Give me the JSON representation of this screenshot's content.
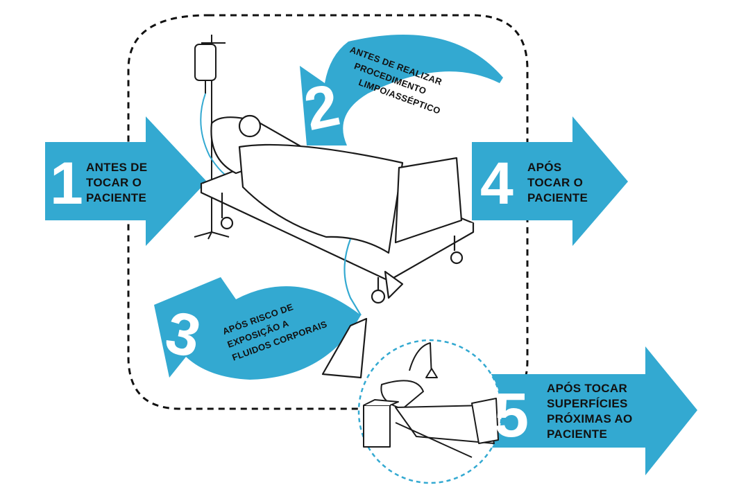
{
  "colors": {
    "accent": "#33a9d1",
    "outline": "#1a1a1a",
    "dashed": "#111111",
    "dashed_blue": "#33a9d1"
  },
  "moments": [
    {
      "number": "1",
      "lines": [
        "ANTES DE",
        "TOCAR O",
        "PACIENTE"
      ]
    },
    {
      "number": "2",
      "lines": [
        "ANTES DE REALIZAR",
        "PROCEDIMENTO",
        "LIMPO/ASSÉPTICO"
      ]
    },
    {
      "number": "3",
      "lines": [
        "APÓS RISCO DE",
        "EXPOSIÇÃO A",
        "FLUIDOS CORPORAIS"
      ]
    },
    {
      "number": "4",
      "lines": [
        "APÓS",
        "TOCAR O",
        "PACIENTE"
      ]
    },
    {
      "number": "5",
      "lines": [
        "APÓS TOCAR",
        "SUPERFÍCIES",
        "PRÓXIMAS AO",
        "PACIENTE"
      ]
    }
  ]
}
